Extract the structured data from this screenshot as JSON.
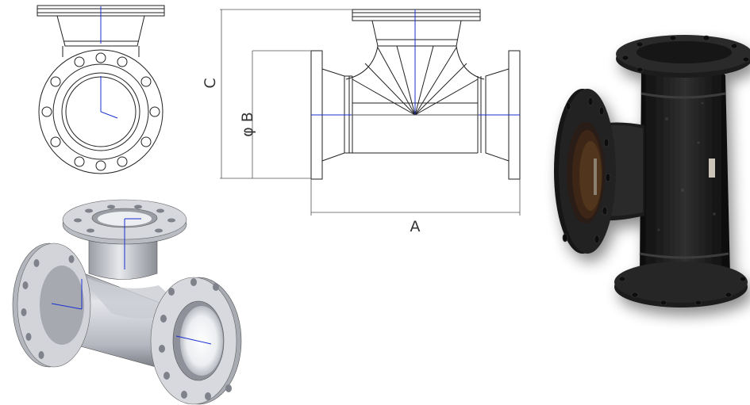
{
  "drawing": {
    "dimensions": {
      "a_label": "A",
      "b_label": "φ B",
      "c_label": "C"
    },
    "colors": {
      "line": "#222222",
      "axis": "#1a2fd1",
      "dim_line": "#555555",
      "model_light": "#d9dbe0",
      "model_mid": "#a9acb4",
      "model_dark": "#6f7279",
      "cast_iron": "#141414"
    }
  }
}
